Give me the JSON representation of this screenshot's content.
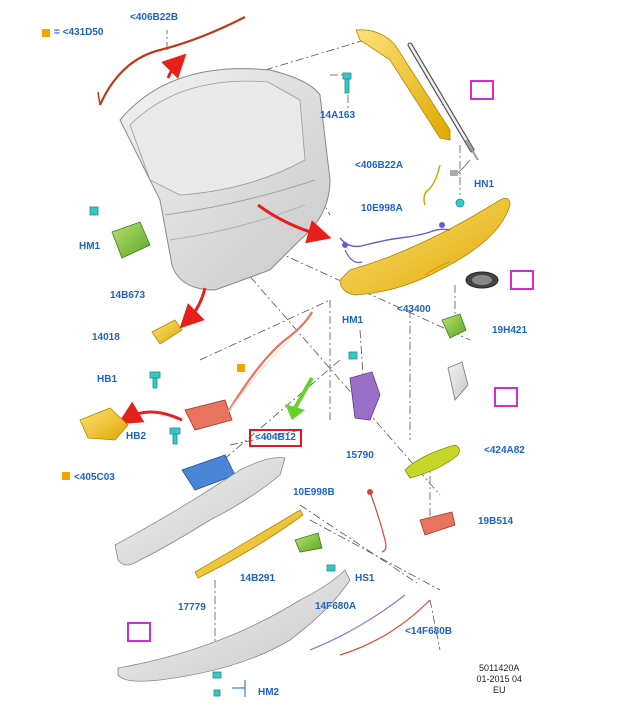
{
  "legend": {
    "marker_color": "#f5a300",
    "text": "= <431D50"
  },
  "labels": {
    "l406B22B": "<406B22B",
    "l14A163": "14A163",
    "l406B22A": "<406B22A",
    "lHN1": "HN1",
    "l10E998A": "10E998A",
    "lHM1a": "HM1",
    "l14B673": "14B673",
    "l43400": "<43400",
    "l14018": "14018",
    "lHM1b": "HM1",
    "l19H421": "19H421",
    "lHB1": "HB1",
    "lHB2": "HB2",
    "l404B12": "<404B12",
    "l15790": "15790",
    "l424A82": "<424A82",
    "l405C03": "<405C03",
    "l10E998B": "10E998B",
    "l19B514": "19B514",
    "l14B291": "14B291",
    "lHS1": "HS1",
    "l17779": "17779",
    "l14F680A": "14F680A",
    "l14F680B": "<14F680B",
    "lHM2": "HM2"
  },
  "reference": {
    "line1": "5011420A",
    "line2": "01-2015 04",
    "line3": "EU"
  },
  "colors": {
    "label_blue": "#1d63c8",
    "highlight_red": "#e01818",
    "pointer_magenta": "#d42bd4",
    "arrow_red": "#e8201c",
    "arrow_green": "#66d12a",
    "part_yellow": "#f2c51c",
    "part_green": "#7cc242",
    "part_purple": "#9a6fc8",
    "part_salmon": "#e8735e",
    "part_blue": "#4b86d6",
    "part_cyan": "#38c6c6",
    "panel_grey": "#dcdcdc"
  },
  "icons": [
    "magnifier-pointer-icon",
    "red-arrow-icon",
    "green-arrow-icon"
  ]
}
